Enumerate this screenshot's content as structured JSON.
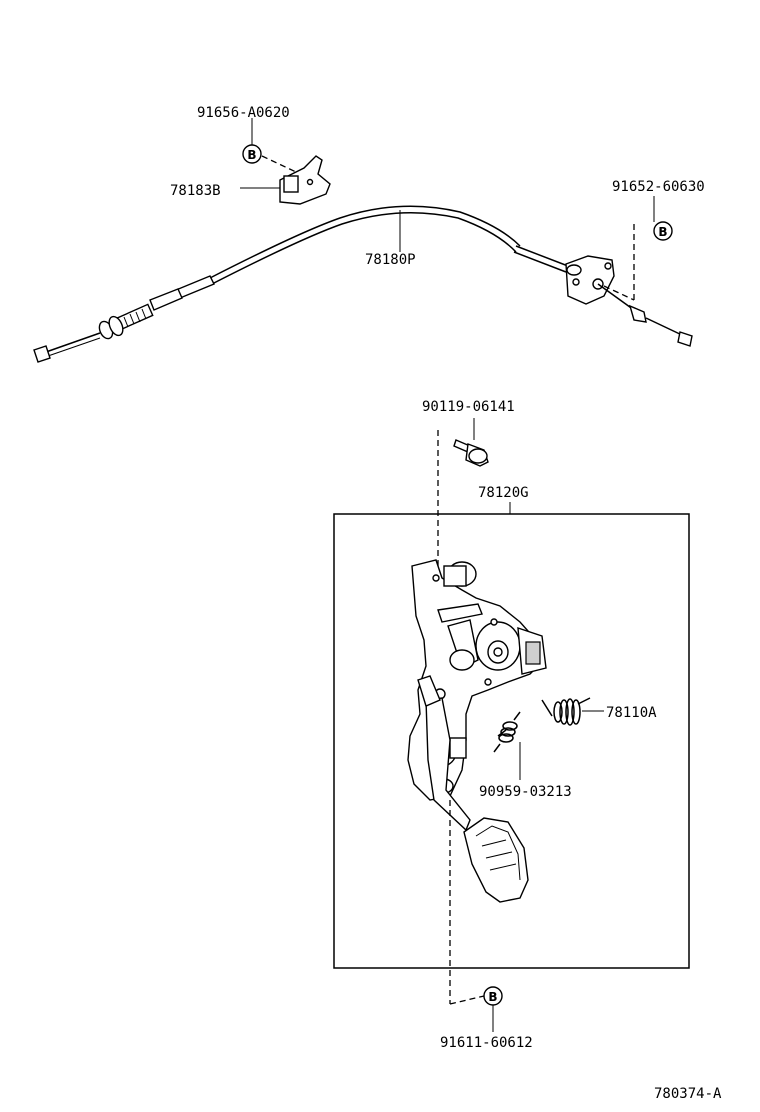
{
  "diagram": {
    "figure_id": "780374-A",
    "assembly_label": "78120G",
    "parts": [
      {
        "label": "91656-A0620"
      },
      {
        "label": "78183B"
      },
      {
        "label": "78180P"
      },
      {
        "label": "91652-60630"
      },
      {
        "label": "90119-06141"
      },
      {
        "label": "78110A"
      },
      {
        "label": "90959-03213"
      },
      {
        "label": "91611-60612"
      }
    ],
    "callout_symbol": "B"
  }
}
